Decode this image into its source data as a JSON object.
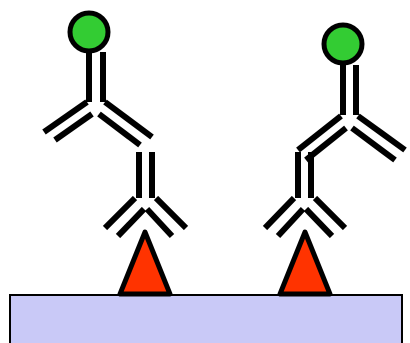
{
  "diagram": {
    "colors": {
      "surface_fill": "#c9c9f7",
      "surface_stroke": "#000000",
      "antigen_fill": "#ff3300",
      "label_fill": "#33cc33",
      "antibody_stroke": "#000000"
    },
    "components": {
      "surface": "solid-phase-surface",
      "antigens": 2,
      "primary_antibodies": 2,
      "labeled_secondary_antibodies": 2
    }
  }
}
